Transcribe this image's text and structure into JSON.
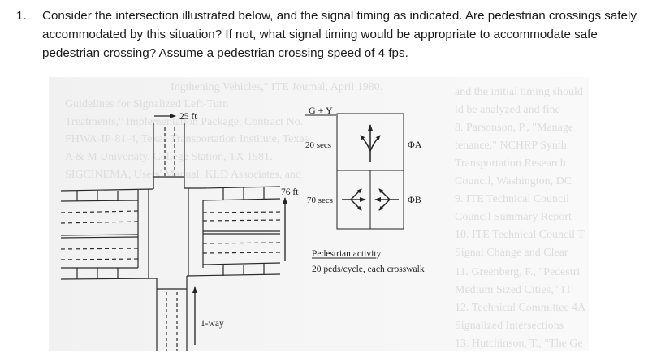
{
  "question": {
    "number": "1.",
    "text": "Consider the intersection illustrated below, and the signal timing as indicated. Are pedestrian crossings safely accommodated by this situation? If not, what signal timing would be appropriate to accommodate safe pedestrian crossing? Assume a pedestrian crossing speed of 4 fps."
  },
  "figure": {
    "dimension_top": "25 ft",
    "dimension_right": "76 ft",
    "one_way_label": "1-way",
    "signal_table": {
      "header": "G + Y",
      "phases": [
        {
          "duration": "20 secs",
          "name": "ΦA",
          "movement": "northbound through + left + right"
        },
        {
          "duration": "70 secs",
          "name": "ΦB",
          "movement": "eastbound and westbound through + turns"
        }
      ]
    },
    "pedestrian": {
      "heading": "Pedestrian activity",
      "detail": "20 peds/cycle, each crosswalk"
    }
  }
}
